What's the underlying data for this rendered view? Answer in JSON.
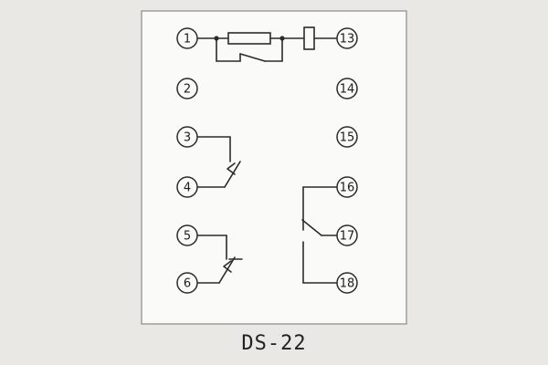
{
  "title": "DS-22",
  "terminals": {
    "left": [
      "1",
      "2",
      "3",
      "4",
      "5",
      "6"
    ],
    "right": [
      "13",
      "14",
      "15",
      "16",
      "17",
      "18"
    ]
  },
  "symbols": [
    "resistor",
    "capacitor",
    "make-contact",
    "make-contact-vertical",
    "break-contact-vertical",
    "changeover-contact"
  ],
  "colors": {
    "background": "#e9e8e5",
    "panel": "#fafaf8",
    "line": "#2b2b2b"
  }
}
